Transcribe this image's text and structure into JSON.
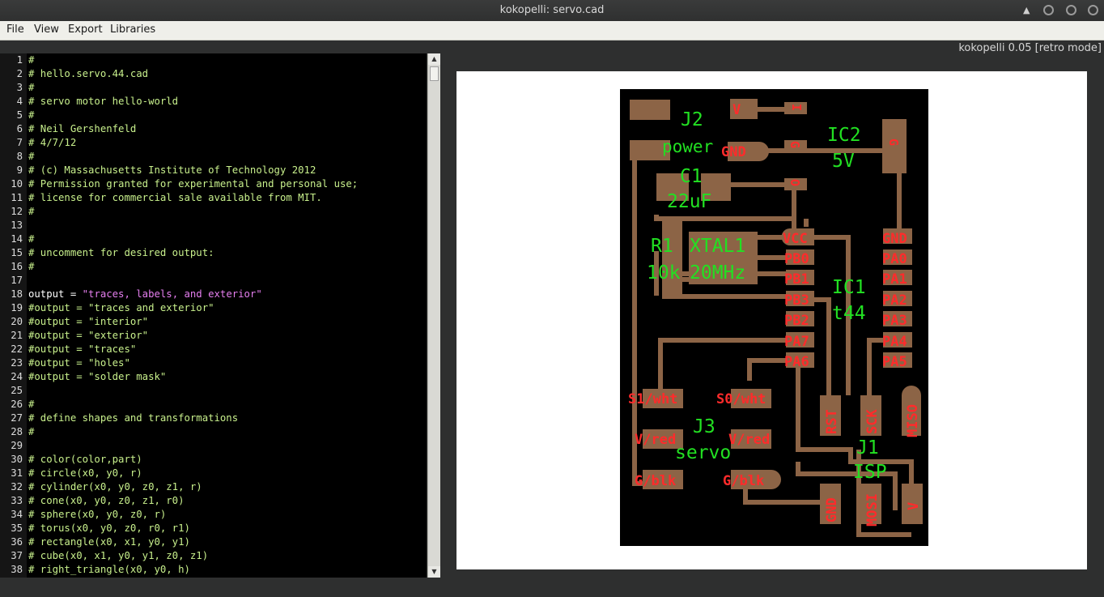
{
  "window": {
    "title": "kokopelli:  servo.cad",
    "controls": [
      "maximize-icon",
      "minimize-button",
      "restore-button",
      "close-button"
    ]
  },
  "menu": {
    "file": "File",
    "view": "View",
    "export": "Export",
    "libraries": "Libraries"
  },
  "app_version": "kokopelli 0.05 [retro mode]",
  "editor": {
    "lines": [
      {
        "n": "1",
        "text": "#",
        "kind": "comment"
      },
      {
        "n": "2",
        "text": "# hello.servo.44.cad",
        "kind": "comment"
      },
      {
        "n": "3",
        "text": "#",
        "kind": "comment"
      },
      {
        "n": "4",
        "text": "# servo motor hello-world",
        "kind": "comment"
      },
      {
        "n": "5",
        "text": "#",
        "kind": "comment"
      },
      {
        "n": "6",
        "text": "# Neil Gershenfeld",
        "kind": "comment"
      },
      {
        "n": "7",
        "text": "# 4/7/12",
        "kind": "comment"
      },
      {
        "n": "8",
        "text": "#",
        "kind": "comment"
      },
      {
        "n": "9",
        "text": "# (c) Massachusetts Institute of Technology 2012",
        "kind": "comment"
      },
      {
        "n": "10",
        "text": "# Permission granted for experimental and personal use;",
        "kind": "comment"
      },
      {
        "n": "11",
        "text": "# license for commercial sale available from MIT.",
        "kind": "comment"
      },
      {
        "n": "12",
        "text": "#",
        "kind": "comment"
      },
      {
        "n": "13",
        "text": "",
        "kind": "comment"
      },
      {
        "n": "14",
        "text": "#",
        "kind": "comment"
      },
      {
        "n": "15",
        "text": "# uncomment for desired output:",
        "kind": "comment"
      },
      {
        "n": "16",
        "text": "#",
        "kind": "comment"
      },
      {
        "n": "17",
        "text": "",
        "kind": "comment"
      },
      {
        "n": "18",
        "text": "output = ",
        "kind": "code",
        "str": "\"traces, labels, and exterior\""
      },
      {
        "n": "19",
        "text": "#output = \"traces and exterior\"",
        "kind": "comment"
      },
      {
        "n": "20",
        "text": "#output = \"interior\"",
        "kind": "comment"
      },
      {
        "n": "21",
        "text": "#output = \"exterior\"",
        "kind": "comment"
      },
      {
        "n": "22",
        "text": "#output = \"traces\"",
        "kind": "comment"
      },
      {
        "n": "23",
        "text": "#output = \"holes\"",
        "kind": "comment"
      },
      {
        "n": "24",
        "text": "#output = \"solder mask\"",
        "kind": "comment"
      },
      {
        "n": "25",
        "text": "",
        "kind": "comment"
      },
      {
        "n": "26",
        "text": "#",
        "kind": "comment"
      },
      {
        "n": "27",
        "text": "# define shapes and transformations",
        "kind": "comment"
      },
      {
        "n": "28",
        "text": "#",
        "kind": "comment"
      },
      {
        "n": "29",
        "text": "",
        "kind": "comment"
      },
      {
        "n": "30",
        "text": "# color(color,part)",
        "kind": "comment"
      },
      {
        "n": "31",
        "text": "# circle(x0, y0, r)",
        "kind": "comment"
      },
      {
        "n": "32",
        "text": "# cylinder(x0, y0, z0, z1, r)",
        "kind": "comment"
      },
      {
        "n": "33",
        "text": "# cone(x0, y0, z0, z1, r0)",
        "kind": "comment"
      },
      {
        "n": "34",
        "text": "# sphere(x0, y0, z0, r)",
        "kind": "comment"
      },
      {
        "n": "35",
        "text": "# torus(x0, y0, z0, r0, r1)",
        "kind": "comment"
      },
      {
        "n": "36",
        "text": "# rectangle(x0, x1, y0, y1)",
        "kind": "comment"
      },
      {
        "n": "37",
        "text": "# cube(x0, x1, y0, y1, z0, z1)",
        "kind": "comment"
      },
      {
        "n": "38",
        "text": "# right_triangle(x0, y0, h)",
        "kind": "comment"
      }
    ]
  },
  "board": {
    "background": "#000000",
    "copper": "#8c6446",
    "pad_label_color": "#ff2b2b",
    "part_label_color": "#22e022",
    "part_labels": {
      "j2": "J2",
      "power": "power",
      "ic2": "IC2",
      "v5": "5V",
      "c1": "C1",
      "c1val": "22uF",
      "r1": "R1",
      "r1val": "10k",
      "xtal1": "XTAL1",
      "xtalval": "20MHz",
      "ic1": "IC1",
      "t44": "t44",
      "j3": "J3",
      "servo": "servo",
      "j1": "J1",
      "isp": "ISP"
    },
    "pad_labels": {
      "v": "V",
      "gnd": "GND",
      "reg_i": "I",
      "reg_g": "G",
      "reg_o": "O",
      "reg_tab": "G",
      "vcc": "VCC",
      "pb0": "PB0",
      "pb1": "PB1",
      "pb3": "PB3",
      "pb2": "PB2",
      "pa7": "PA7",
      "pa6": "PA6",
      "gnd2": "GND",
      "pa0": "PA0",
      "pa1": "PA1",
      "pa2": "PA2",
      "pa3": "PA3",
      "pa4": "PA4",
      "pa5": "PA5",
      "s1": "S1/wht",
      "s0": "S0/wht",
      "vred1": "V/red",
      "vred2": "V/red",
      "gblk1": "G/blk",
      "gblk2": "G/blk",
      "rst": "RST",
      "sck": "SCK",
      "miso": "MISO",
      "gnd3": "GND",
      "mosi": "MOSI",
      "v2": "V"
    }
  }
}
